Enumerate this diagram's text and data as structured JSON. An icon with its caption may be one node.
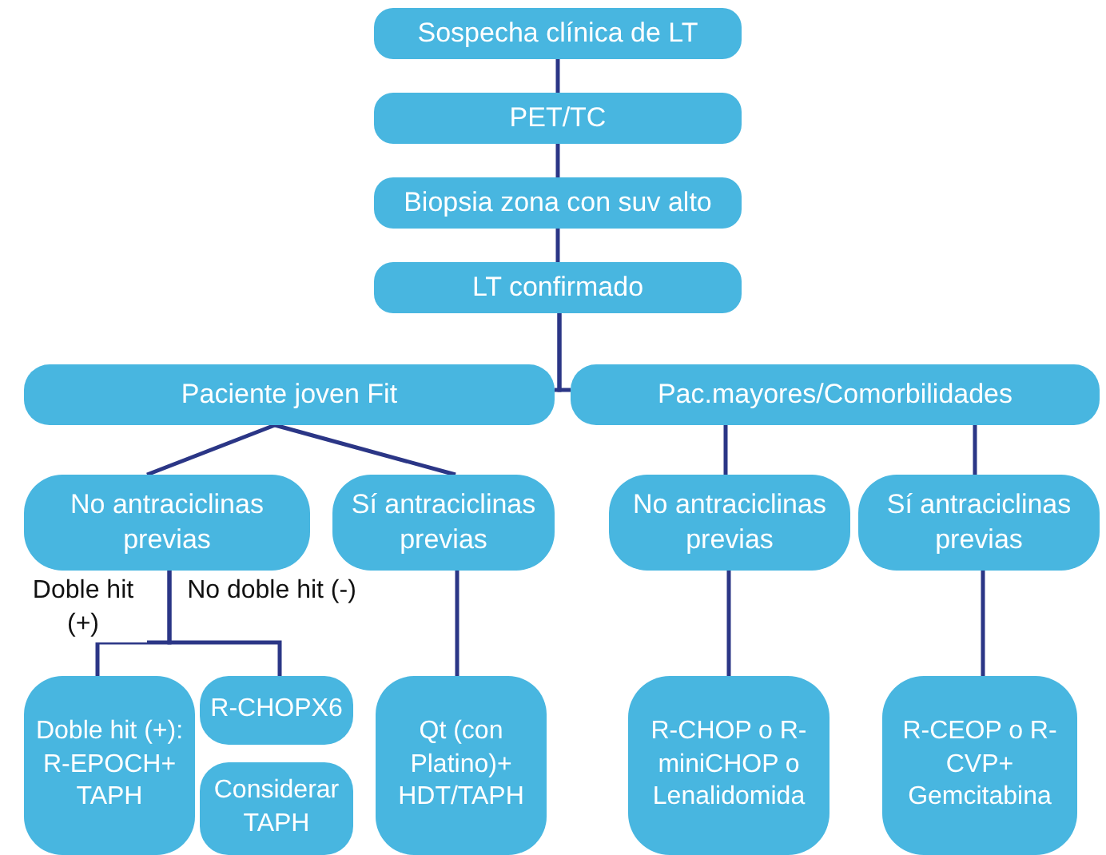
{
  "diagram": {
    "nodes": [
      {
        "text": [
          "Sospecha clínica de LT"
        ]
      },
      {
        "text": [
          "PET/TC"
        ]
      },
      {
        "text": [
          "Biopsia zona con suv alto"
        ]
      },
      {
        "text": [
          "LT confirmado"
        ]
      },
      {
        "text": [
          "Paciente joven Fit"
        ]
      },
      {
        "text": [
          "Pac.mayores/Comorbilidades"
        ]
      },
      {
        "text": [
          "No antraciclinas previas"
        ]
      },
      {
        "text": [
          "Sí antraciclinas previas"
        ]
      },
      {
        "text": [
          "No antraciclinas previas"
        ]
      },
      {
        "text": [
          "Sí antraciclinas previas"
        ]
      },
      {
        "text": [
          "Doble hit (+): R-EPOCH+ TAPH"
        ]
      },
      {
        "text": [
          "R-CHOPX6"
        ]
      },
      {
        "text": [
          "Considerar TAPH"
        ]
      },
      {
        "text": [
          "Qt (con Platino)+ HDT/TAPH"
        ]
      },
      {
        "text": [
          "R-CHOP o R-miniCHOP o Lenalidomida"
        ]
      },
      {
        "text": [
          "R-CEOP o R-CVP+ Gemcitabina"
        ]
      }
    ],
    "edges": [
      {
        "from": 0,
        "to": 1,
        "arrow": "none"
      },
      {
        "from": 1,
        "to": 2,
        "arrow": "none"
      },
      {
        "from": 2,
        "to": 3,
        "arrow": "none"
      },
      {
        "from": 3,
        "to": 4,
        "arrow": "none"
      },
      {
        "from": 3,
        "to": 5,
        "arrow": "none"
      },
      {
        "from": 4,
        "to": 6,
        "arrow": "none"
      },
      {
        "from": 4,
        "to": 7,
        "arrow": "none"
      },
      {
        "from": 5,
        "to": 8,
        "arrow": "none"
      },
      {
        "from": 5,
        "to": 9,
        "arrow": "none"
      },
      {
        "from": 6,
        "to": 10,
        "arrow": "none",
        "label": "Doble hit (+)"
      },
      {
        "from": 6,
        "to": 11,
        "arrow": "none",
        "label": "No doble hit (-)"
      },
      {
        "from": 7,
        "to": 13,
        "arrow": "none"
      },
      {
        "from": 8,
        "to": 14,
        "arrow": "none"
      },
      {
        "from": 9,
        "to": 15,
        "arrow": "none"
      }
    ]
  }
}
